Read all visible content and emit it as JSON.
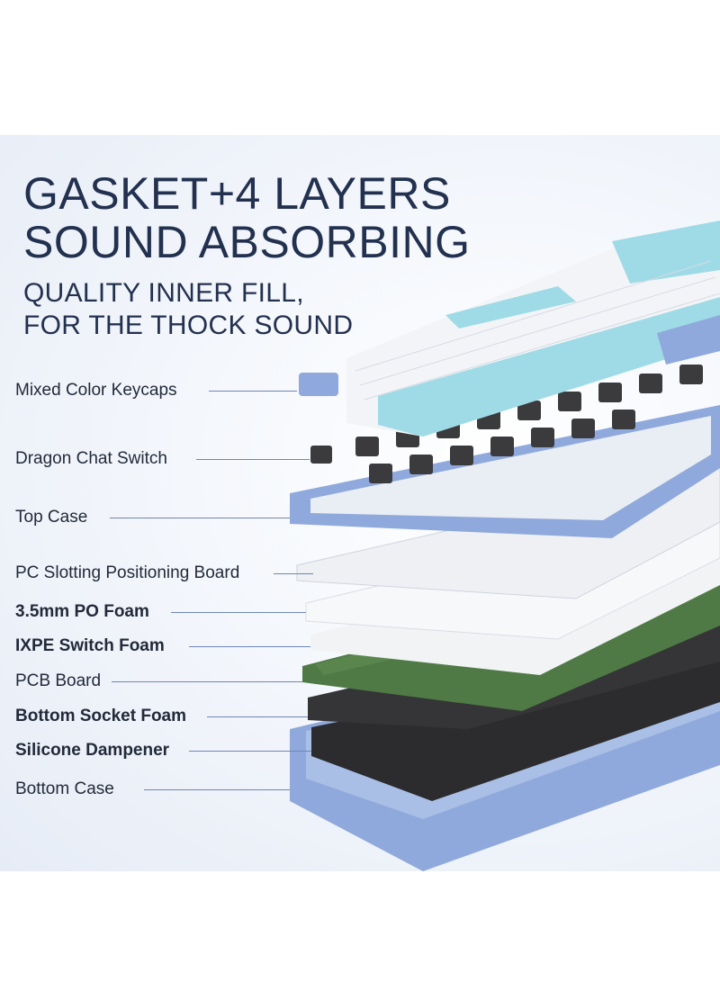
{
  "headline": {
    "line1": "GASKET+4 LAYERS",
    "line2": "SOUND ABSORBING",
    "line3": "QUALITY INNER FILL,",
    "line4": "FOR THE THOCK SOUND"
  },
  "layers": [
    {
      "label": "Mixed Color Keycaps",
      "bold": false
    },
    {
      "label": "Dragon Chat Switch",
      "bold": false
    },
    {
      "label": "Top Case",
      "bold": false
    },
    {
      "label": "PC Slotting Positioning Board",
      "bold": false
    },
    {
      "label": "3.5mm PO Foam",
      "bold": true
    },
    {
      "label": "IXPE Switch Foam",
      "bold": true
    },
    {
      "label": "PCB Board",
      "bold": false
    },
    {
      "label": "Bottom Socket Foam",
      "bold": true
    },
    {
      "label": "Silicone Dampener",
      "bold": true
    },
    {
      "label": "Bottom Case",
      "bold": false
    }
  ],
  "colors": {
    "headline": "#233150",
    "case_blue": "#8fa9dc",
    "keycap_teal": "#9fdbe6",
    "keycap_white": "#f3f4f7",
    "pcb_green": "#4f7a45",
    "foam_black": "#2a2a2c",
    "leader_line": "#6f86b8"
  }
}
